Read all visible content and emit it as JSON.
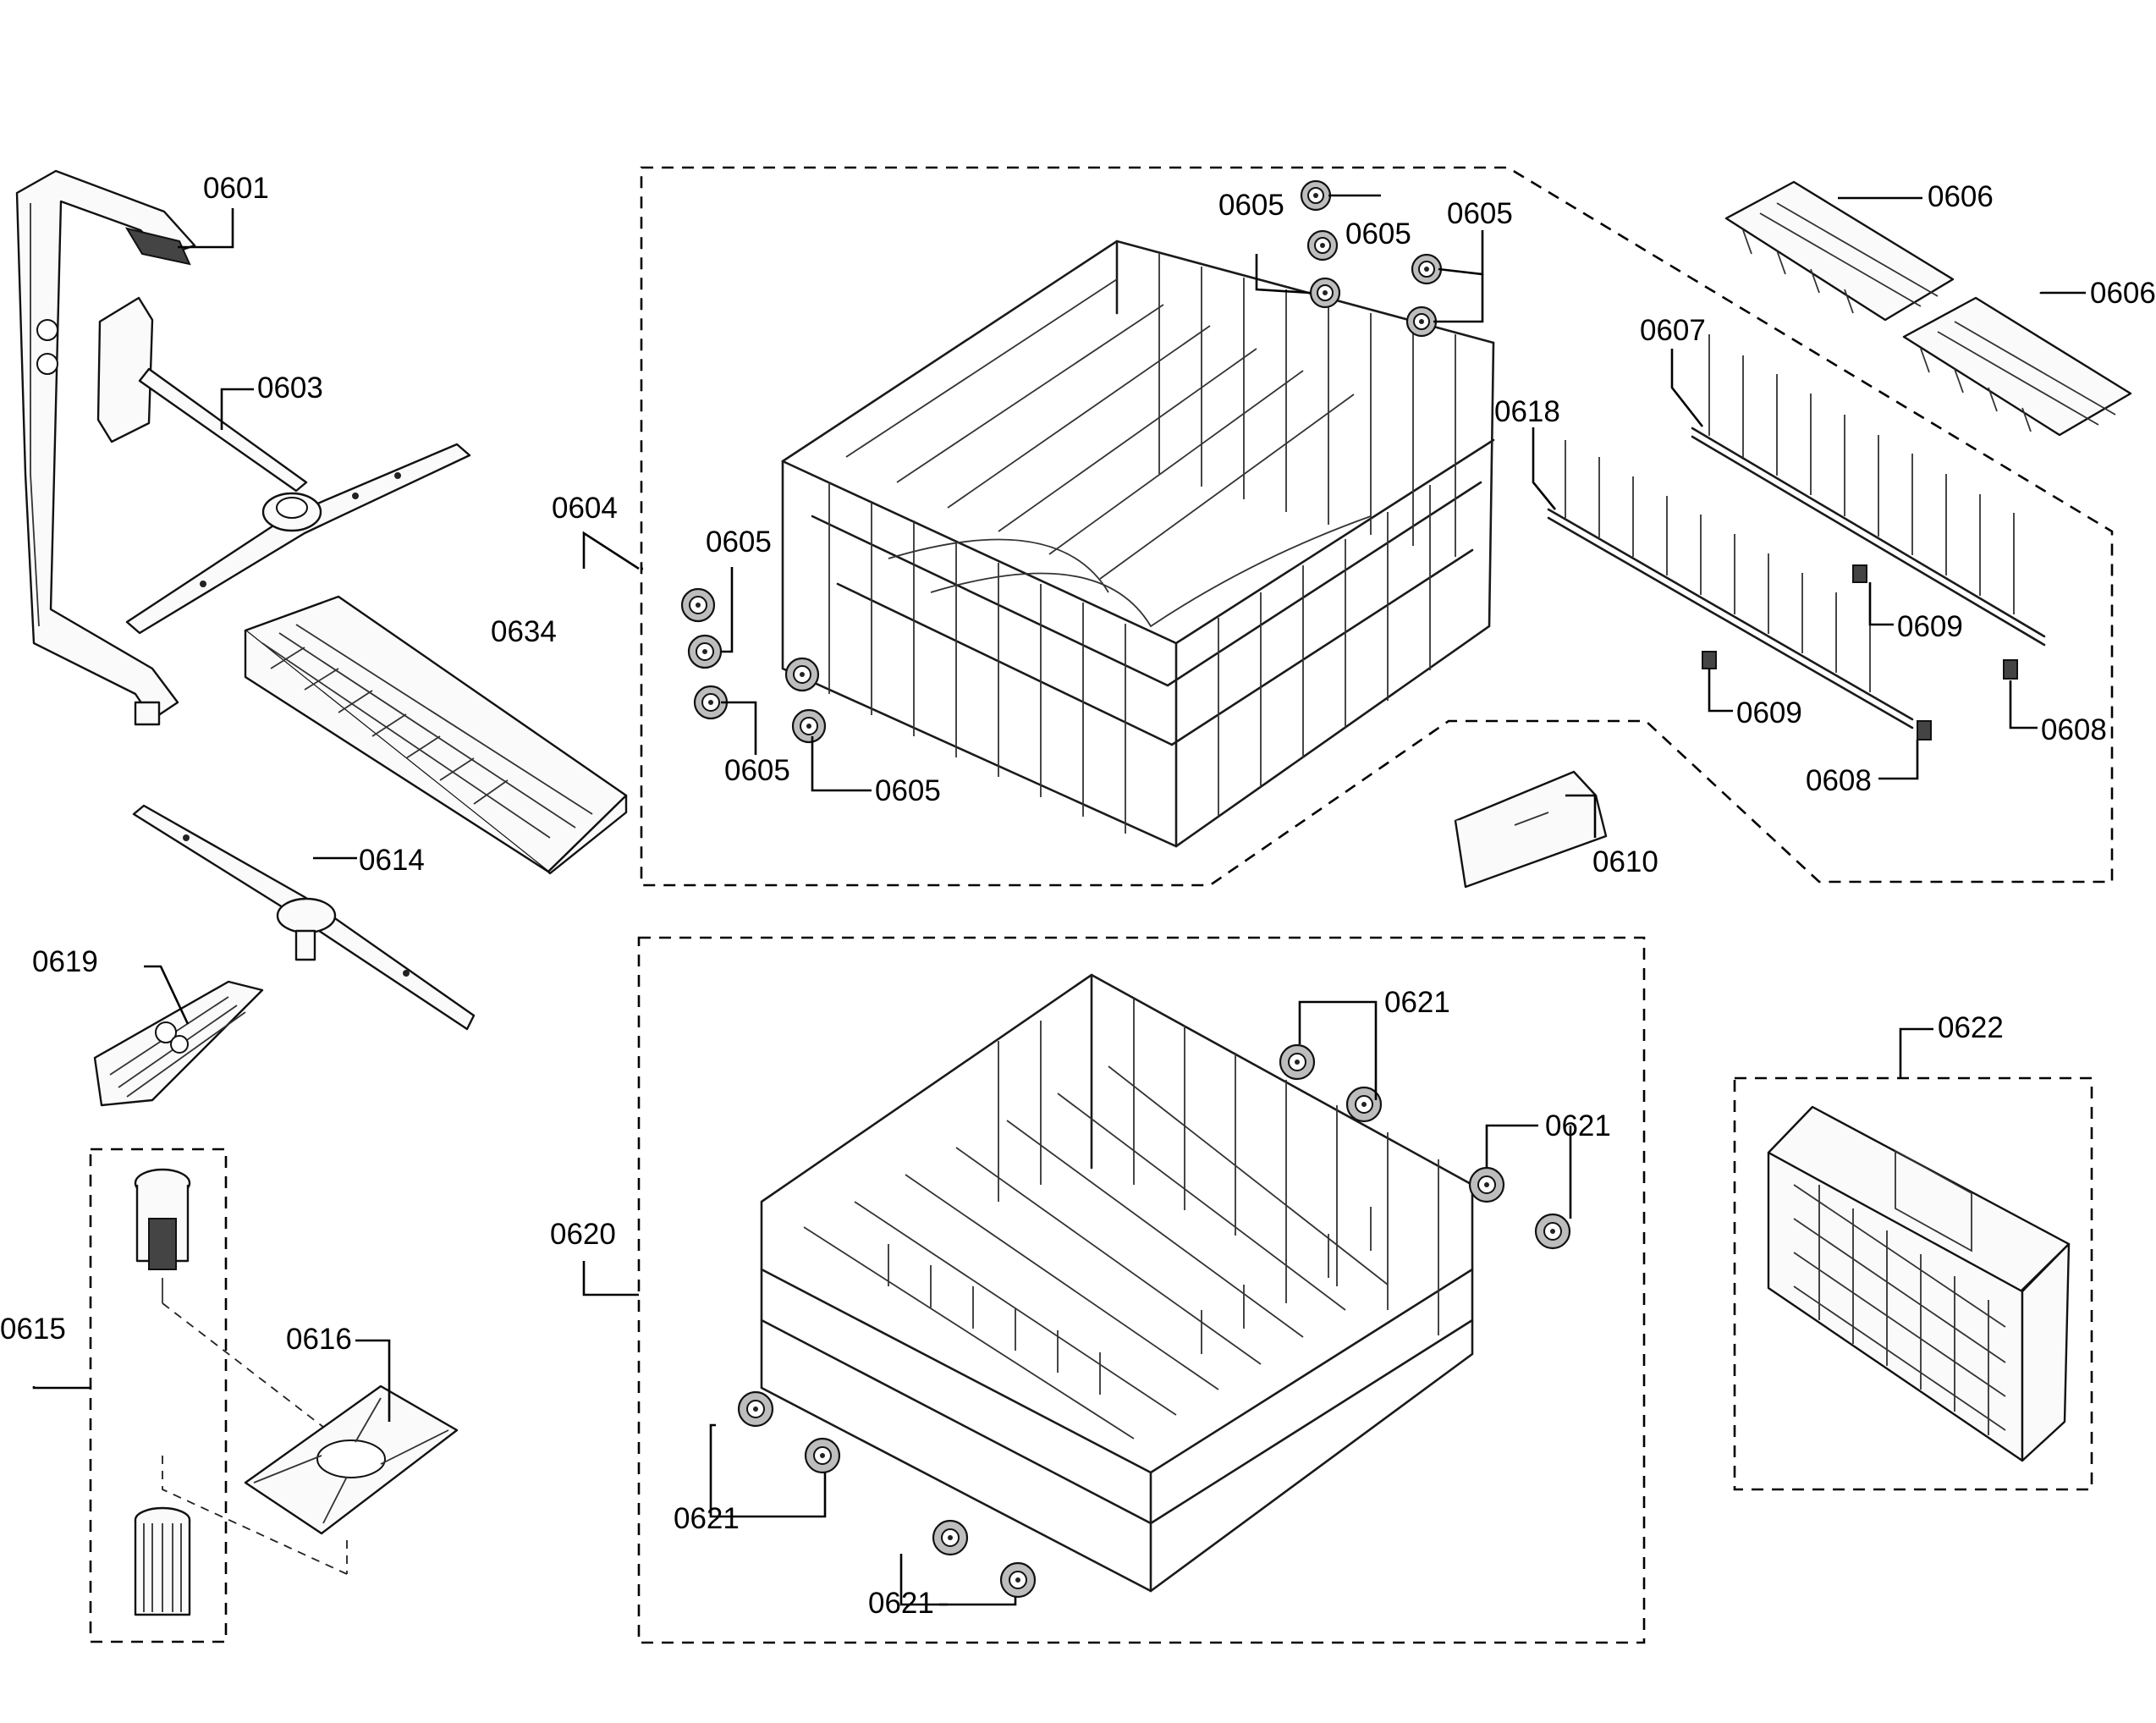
{
  "labels": {
    "p0601": "0601",
    "p0603": "0603",
    "p0604": "0604",
    "p0605_a": "0605",
    "p0605_b": "0605",
    "p0605_c": "0605",
    "p0605_d": "0605",
    "p0605_e": "0605",
    "p0605_f": "0605",
    "p0606_a": "0606",
    "p0606_b": "0606",
    "p0607": "0607",
    "p0608_a": "0608",
    "p0608_b": "0608",
    "p0609_a": "0609",
    "p0609_b": "0609",
    "p0610": "0610",
    "p0614": "0614",
    "p0615": "0615",
    "p0616": "0616",
    "p0618": "0618",
    "p0619": "0619",
    "p0620": "0620",
    "p0621_a": "0621",
    "p0621_b": "0621",
    "p0621_c": "0621",
    "p0621_d": "0621",
    "p0622": "0622",
    "p0634": "0634"
  },
  "icons": {
    "upper_rack": "upper-rack-icon",
    "lower_rack": "lower-rack-icon",
    "rack_wheel": "rack-wheel-icon",
    "spray_arm": "spray-arm-icon",
    "cutlery_basket": "cutlery-basket-icon",
    "filter": "filter-icon"
  },
  "colors": {
    "ink": "#000000",
    "paper": "#ffffff"
  }
}
